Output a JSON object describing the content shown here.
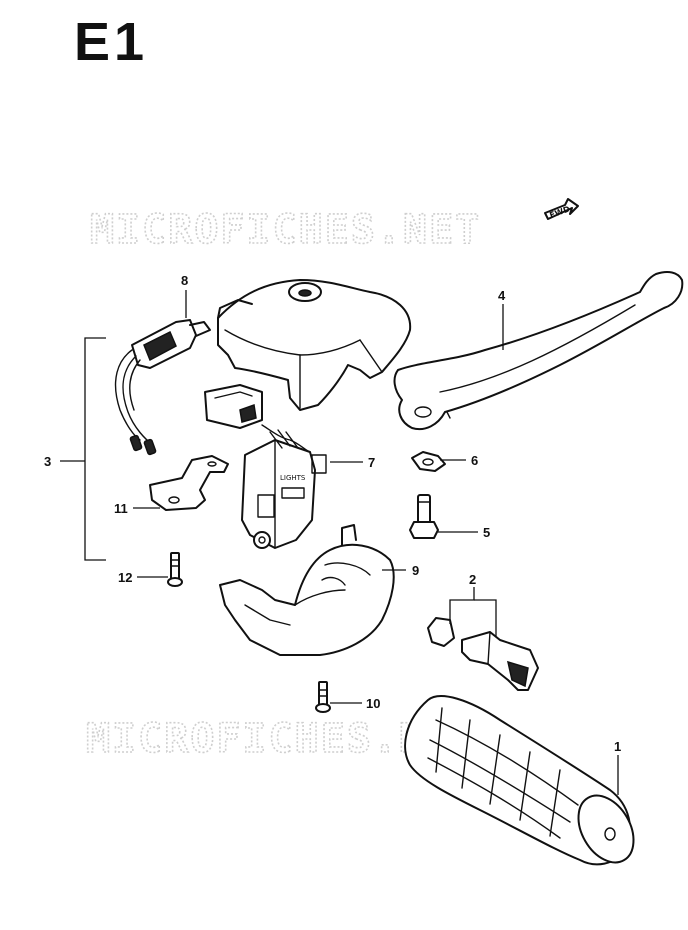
{
  "section_code": "E1",
  "watermark": "MICROFICHES.NET",
  "direction_arrow": "FWD",
  "switch_body_text": "LIGHTS",
  "parts": [
    {
      "no": "1"
    },
    {
      "no": "2"
    },
    {
      "no": "3"
    },
    {
      "no": "4"
    },
    {
      "no": "5"
    },
    {
      "no": "6"
    },
    {
      "no": "7"
    },
    {
      "no": "8"
    },
    {
      "no": "9"
    },
    {
      "no": "10"
    },
    {
      "no": "11"
    },
    {
      "no": "12"
    }
  ],
  "colors": {
    "ink": "#111111",
    "watermark": "#cfcfcf",
    "paper": "#ffffff"
  }
}
